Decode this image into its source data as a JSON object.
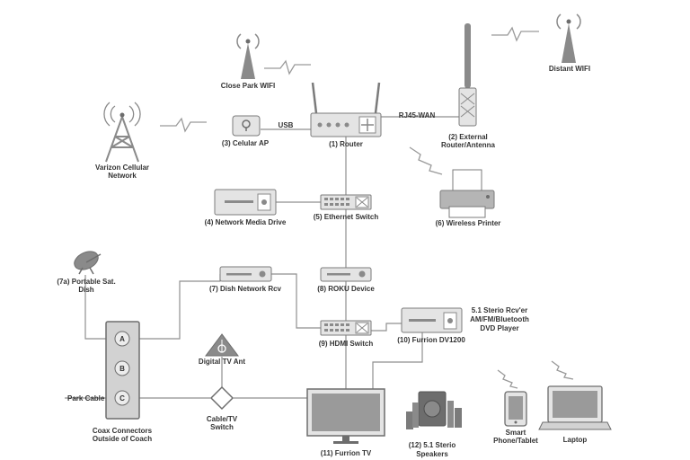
{
  "labels": {
    "close_wifi": "Close Park WIFI",
    "distant_wifi": "Distant WIFI",
    "cellular_network_1": "Varizon Cellular",
    "cellular_network_2": "Network",
    "cellular_ap": "(3) Celular AP",
    "usb": "USB",
    "router": "(1) Router",
    "rj45_wan": "RJ45-WAN",
    "external_router_1": "(2) External",
    "external_router_2": "Router/Antenna",
    "network_media_drive": "(4) Network Media Drive",
    "ethernet_switch": "(5) Ethernet Switch",
    "wireless_printer": "(6) Wireless Printer",
    "portable_sat_1": "(7a) Portable Sat.",
    "portable_sat_2": "Dish",
    "dish_network_rcv": "(7) Dish Network Rcv",
    "roku_device": "(8) ROKU Device",
    "stereo_rcvr_1": "5.1 Sterio Rcv'er",
    "stereo_rcvr_2": "AM/FM/Bluetooth",
    "stereo_rcvr_3": "DVD Player",
    "hdmi_switch": "(9) HDMI Switch",
    "furrion_dv1200": "(10) Furrion DV1200",
    "digital_tv_ant": "Digital TV Ant",
    "coax_a": "A",
    "coax_b": "B",
    "coax_c": "C",
    "park_cable": "Park Cable",
    "coax_connectors_1": "Coax Connectors",
    "coax_connectors_2": "Outside of Coach",
    "cable_tv_switch_1": "Cable/TV",
    "cable_tv_switch_2": "Switch",
    "furrion_tv": "(11) Furrion TV",
    "speakers_1": "(12) 5.1 Sterio",
    "speakers_2": "Speakers",
    "smartphone_1": "Smart",
    "smartphone_2": "Phone/Tablet",
    "laptop": "Laptop"
  },
  "colors": {
    "wire": "#8f8f8f",
    "device_fill": "#e4e4e4",
    "device_stroke": "#7b7b7b",
    "dark": "#8a8a8a",
    "text": "#333333"
  }
}
